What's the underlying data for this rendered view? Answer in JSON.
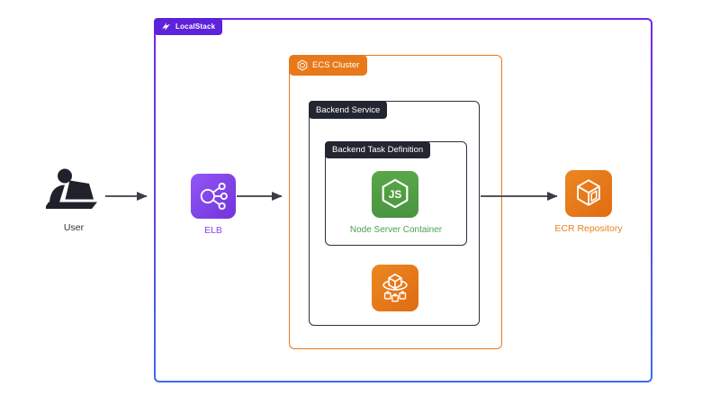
{
  "labels": {
    "localstack": "LocalStack",
    "ecs_cluster": "ECS Cluster",
    "backend_service": "Backend Service",
    "backend_task_definition": "Backend Task Definition",
    "user": "User",
    "elb": "ELB",
    "node_container": "Node Server Container",
    "ecr": "ECR Repository"
  },
  "icons": {
    "nodejs_text": "JS",
    "localstack_logo": "angular white swoosh mark",
    "ecs_cluster_glyph": "hexagon with inner ring",
    "elb_glyph": "load balancer circle fanning to three nodes",
    "ecs_service_glyph": "cube on orbit ellipse above three small cubes",
    "ecr_glyph": "open 3d container cube",
    "user_glyph": "person at laptop silhouette"
  },
  "colors": {
    "outer_border_top": "#7227E8",
    "outer_border_bottom": "#3E6BF3",
    "localstack_badge": "#5E22DA",
    "orange": "#E8791B",
    "dark_badge": "#232631",
    "dark_border": "#2E313B",
    "node_green": "#4C9F4D",
    "elb_purple": "#8B46F0",
    "ecr_orange": "#E8821C",
    "arrow": "#3A3D45",
    "user_silhouette": "#1F222A"
  },
  "connections": [
    {
      "from": "user",
      "to": "elb"
    },
    {
      "from": "elb",
      "to": "ecs-cluster"
    },
    {
      "from": "backend-service",
      "to": "ecr-repository"
    }
  ]
}
